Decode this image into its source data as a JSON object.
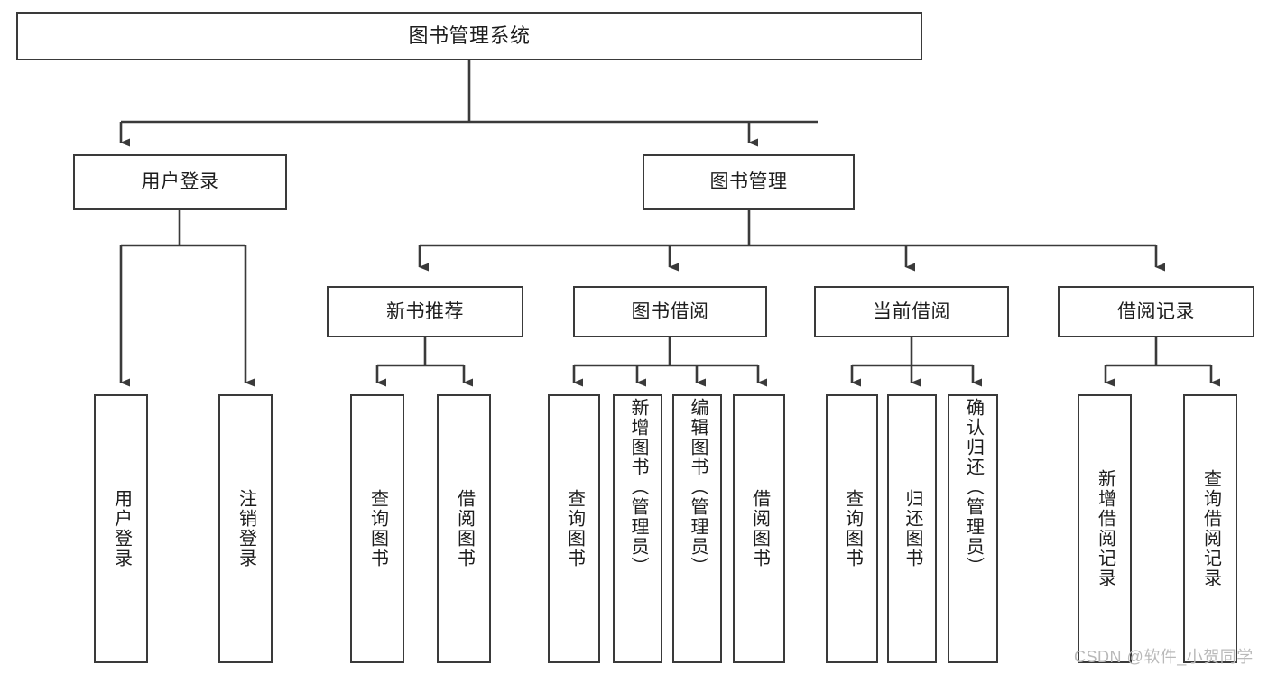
{
  "diagram": {
    "type": "tree-hierarchy-chart",
    "title": "图书管理系统",
    "line_color": "#3a3a3a",
    "box_fill": "#ffffff",
    "text_color": "#1d1d1d",
    "watermark": "CSDN @软件_小贺同学",
    "levels": [
      {
        "level": 1,
        "nodes": [
          {
            "id": "root",
            "label": "图书管理系统",
            "orientation": "horizontal"
          }
        ]
      },
      {
        "level": 2,
        "nodes": [
          {
            "id": "user-login",
            "label": "用户登录",
            "orientation": "horizontal",
            "parent": "root"
          },
          {
            "id": "book-management",
            "label": "图书管理",
            "orientation": "horizontal",
            "parent": "root"
          }
        ]
      },
      {
        "level": 3,
        "nodes": [
          {
            "id": "new-book-recommend",
            "label": "新书推荐",
            "orientation": "horizontal",
            "parent": "book-management"
          },
          {
            "id": "book-borrow",
            "label": "图书借阅",
            "orientation": "horizontal",
            "parent": "book-management"
          },
          {
            "id": "current-borrow",
            "label": "当前借阅",
            "orientation": "horizontal",
            "parent": "book-management"
          },
          {
            "id": "borrow-record",
            "label": "借阅记录",
            "orientation": "horizontal",
            "parent": "book-management"
          }
        ]
      },
      {
        "level": 4,
        "nodes": [
          {
            "id": "leaf-user-login",
            "label": "用户登录",
            "orientation": "vertical",
            "parent": "user-login"
          },
          {
            "id": "leaf-logout-login",
            "label": "注销登录",
            "orientation": "vertical",
            "parent": "user-login"
          },
          {
            "id": "leaf-query-book-1",
            "label": "查询图书",
            "orientation": "vertical",
            "parent": "new-book-recommend"
          },
          {
            "id": "leaf-borrow-book-1",
            "label": "借阅图书",
            "orientation": "vertical",
            "parent": "new-book-recommend"
          },
          {
            "id": "leaf-query-book-2",
            "label": "查询图书",
            "orientation": "vertical",
            "parent": "book-borrow"
          },
          {
            "id": "leaf-add-book",
            "label": "新增图书（管理员）",
            "orientation": "vertical",
            "parent": "book-borrow"
          },
          {
            "id": "leaf-edit-book",
            "label": "编辑图书（管理员）",
            "orientation": "vertical",
            "parent": "book-borrow"
          },
          {
            "id": "leaf-borrow-book-2",
            "label": "借阅图书",
            "orientation": "vertical",
            "parent": "book-borrow"
          },
          {
            "id": "leaf-query-book-3",
            "label": "查询图书",
            "orientation": "vertical",
            "parent": "current-borrow"
          },
          {
            "id": "leaf-return-book",
            "label": "归还图书",
            "orientation": "vertical",
            "parent": "current-borrow"
          },
          {
            "id": "leaf-confirm-return",
            "label": "确认归还（管理员）",
            "orientation": "vertical",
            "parent": "current-borrow"
          },
          {
            "id": "leaf-add-record",
            "label": "新增借阅记录",
            "orientation": "vertical",
            "parent": "borrow-record"
          },
          {
            "id": "leaf-query-record",
            "label": "查询借阅记录",
            "orientation": "vertical",
            "parent": "borrow-record"
          }
        ]
      }
    ]
  }
}
